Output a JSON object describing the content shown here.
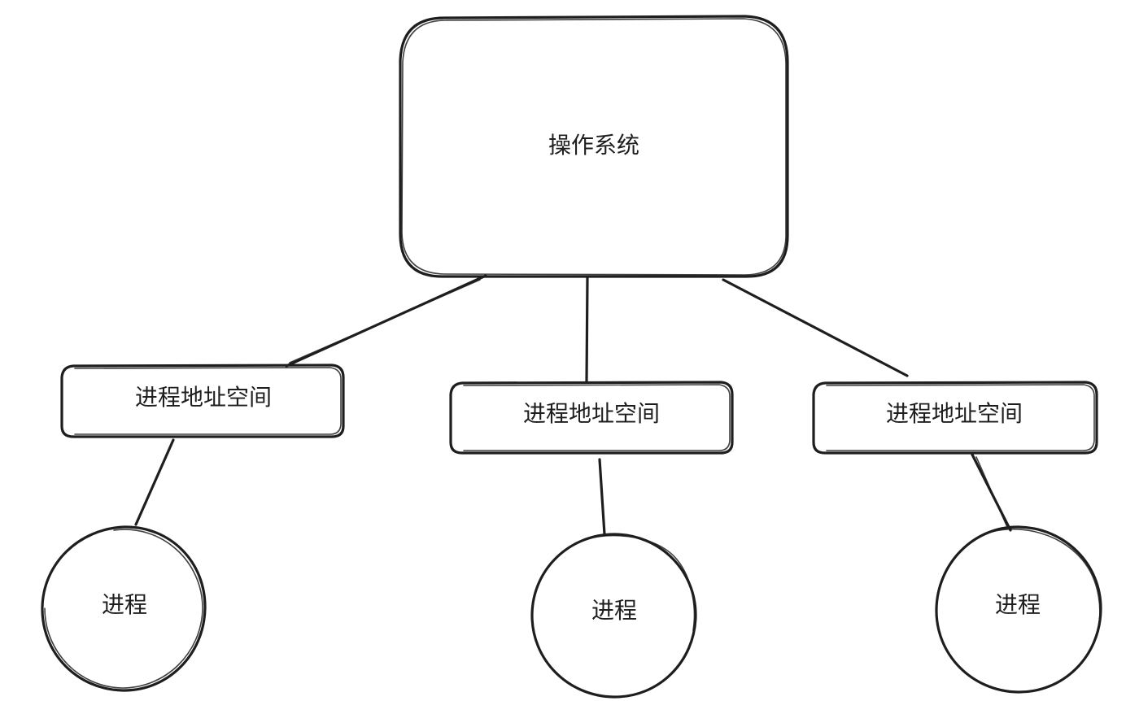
{
  "diagram": {
    "root": {
      "label": "操作系统"
    },
    "address_spaces": [
      {
        "label": "进程地址空间"
      },
      {
        "label": "进程地址空间"
      },
      {
        "label": "进程地址空间"
      }
    ],
    "processes": [
      {
        "label": "进程"
      },
      {
        "label": "进程"
      },
      {
        "label": "进程"
      }
    ],
    "colors": {
      "stroke": "#1e1e1e",
      "background": "#ffffff"
    }
  }
}
